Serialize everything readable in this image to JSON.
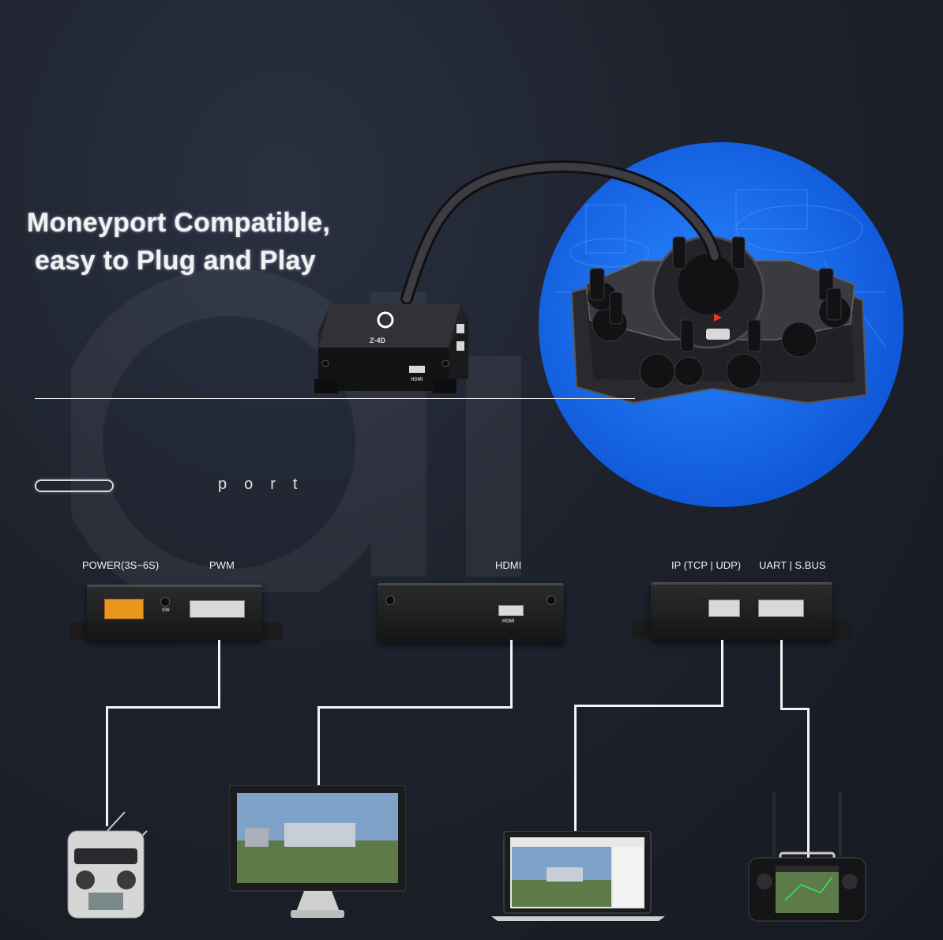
{
  "headline": {
    "line1": "Moneyport Compatible,",
    "line2": "easy to Plug and Play"
  },
  "section": {
    "title": "port"
  },
  "product": {
    "model": "Z-4D",
    "hdmi_tag": "HDMI"
  },
  "ports": {
    "power": "POWER(3S~6S)",
    "pwm": "PWM",
    "hdmi": "HDMI",
    "ip": "IP (TCP | UDP)",
    "uart": "UART | S.BUS"
  },
  "panel_markings": {
    "switch": "SW",
    "hdmi": "HDMI"
  },
  "devices": [
    "rc-transmitter",
    "monitor",
    "laptop",
    "ground-station"
  ],
  "colors": {
    "background": "#1d222c",
    "accent_blue": "#1a6ff0",
    "wire": "#f4f4f4"
  }
}
